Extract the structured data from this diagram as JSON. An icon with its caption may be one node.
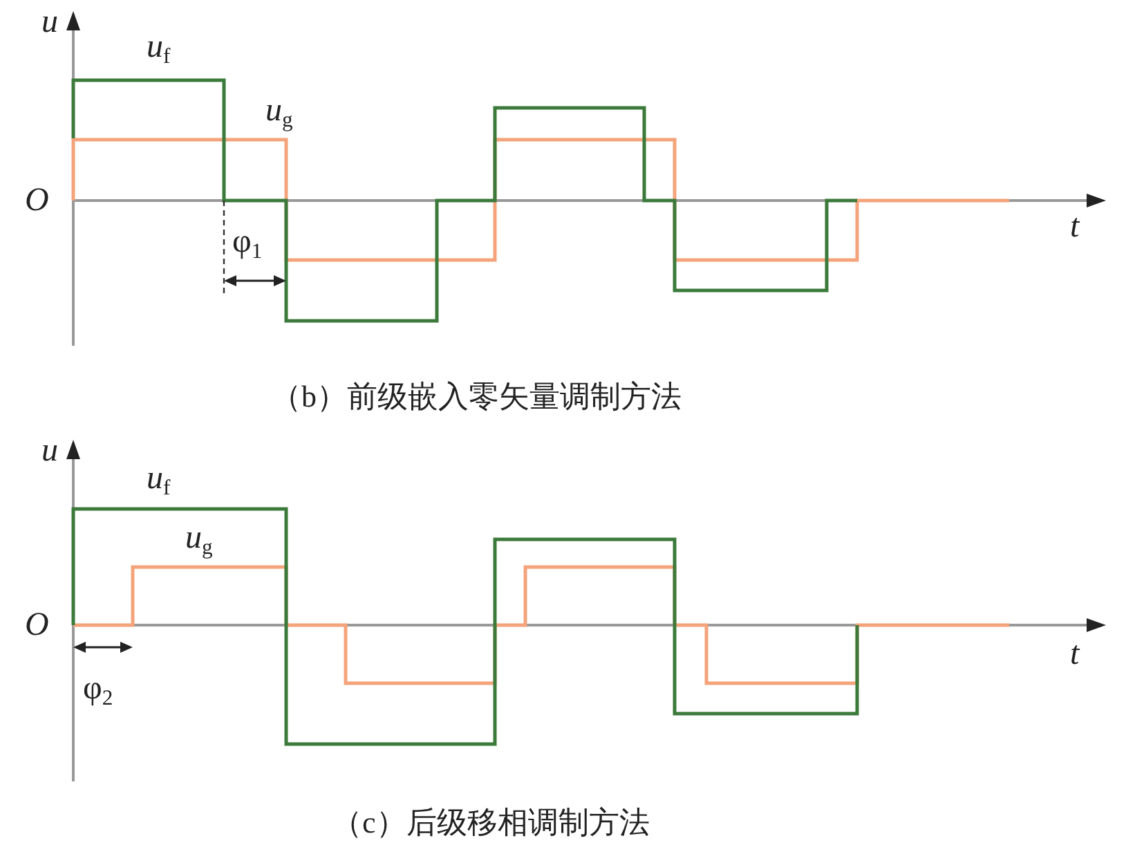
{
  "diagram": {
    "labels": [
      "u",
      "*u*$_{f}$",
      "*u*$_{g}$",
      "O",
      "t",
      "φ$_{1}$",
      "（b）前级嵌入零矢量调制方法",
      "u",
      "*u*$_{f}$",
      "*u*$_{g}$",
      "O",
      "t",
      "φ$_{2}$",
      "（c）后级移相调制方法"
    ]
  }
}
